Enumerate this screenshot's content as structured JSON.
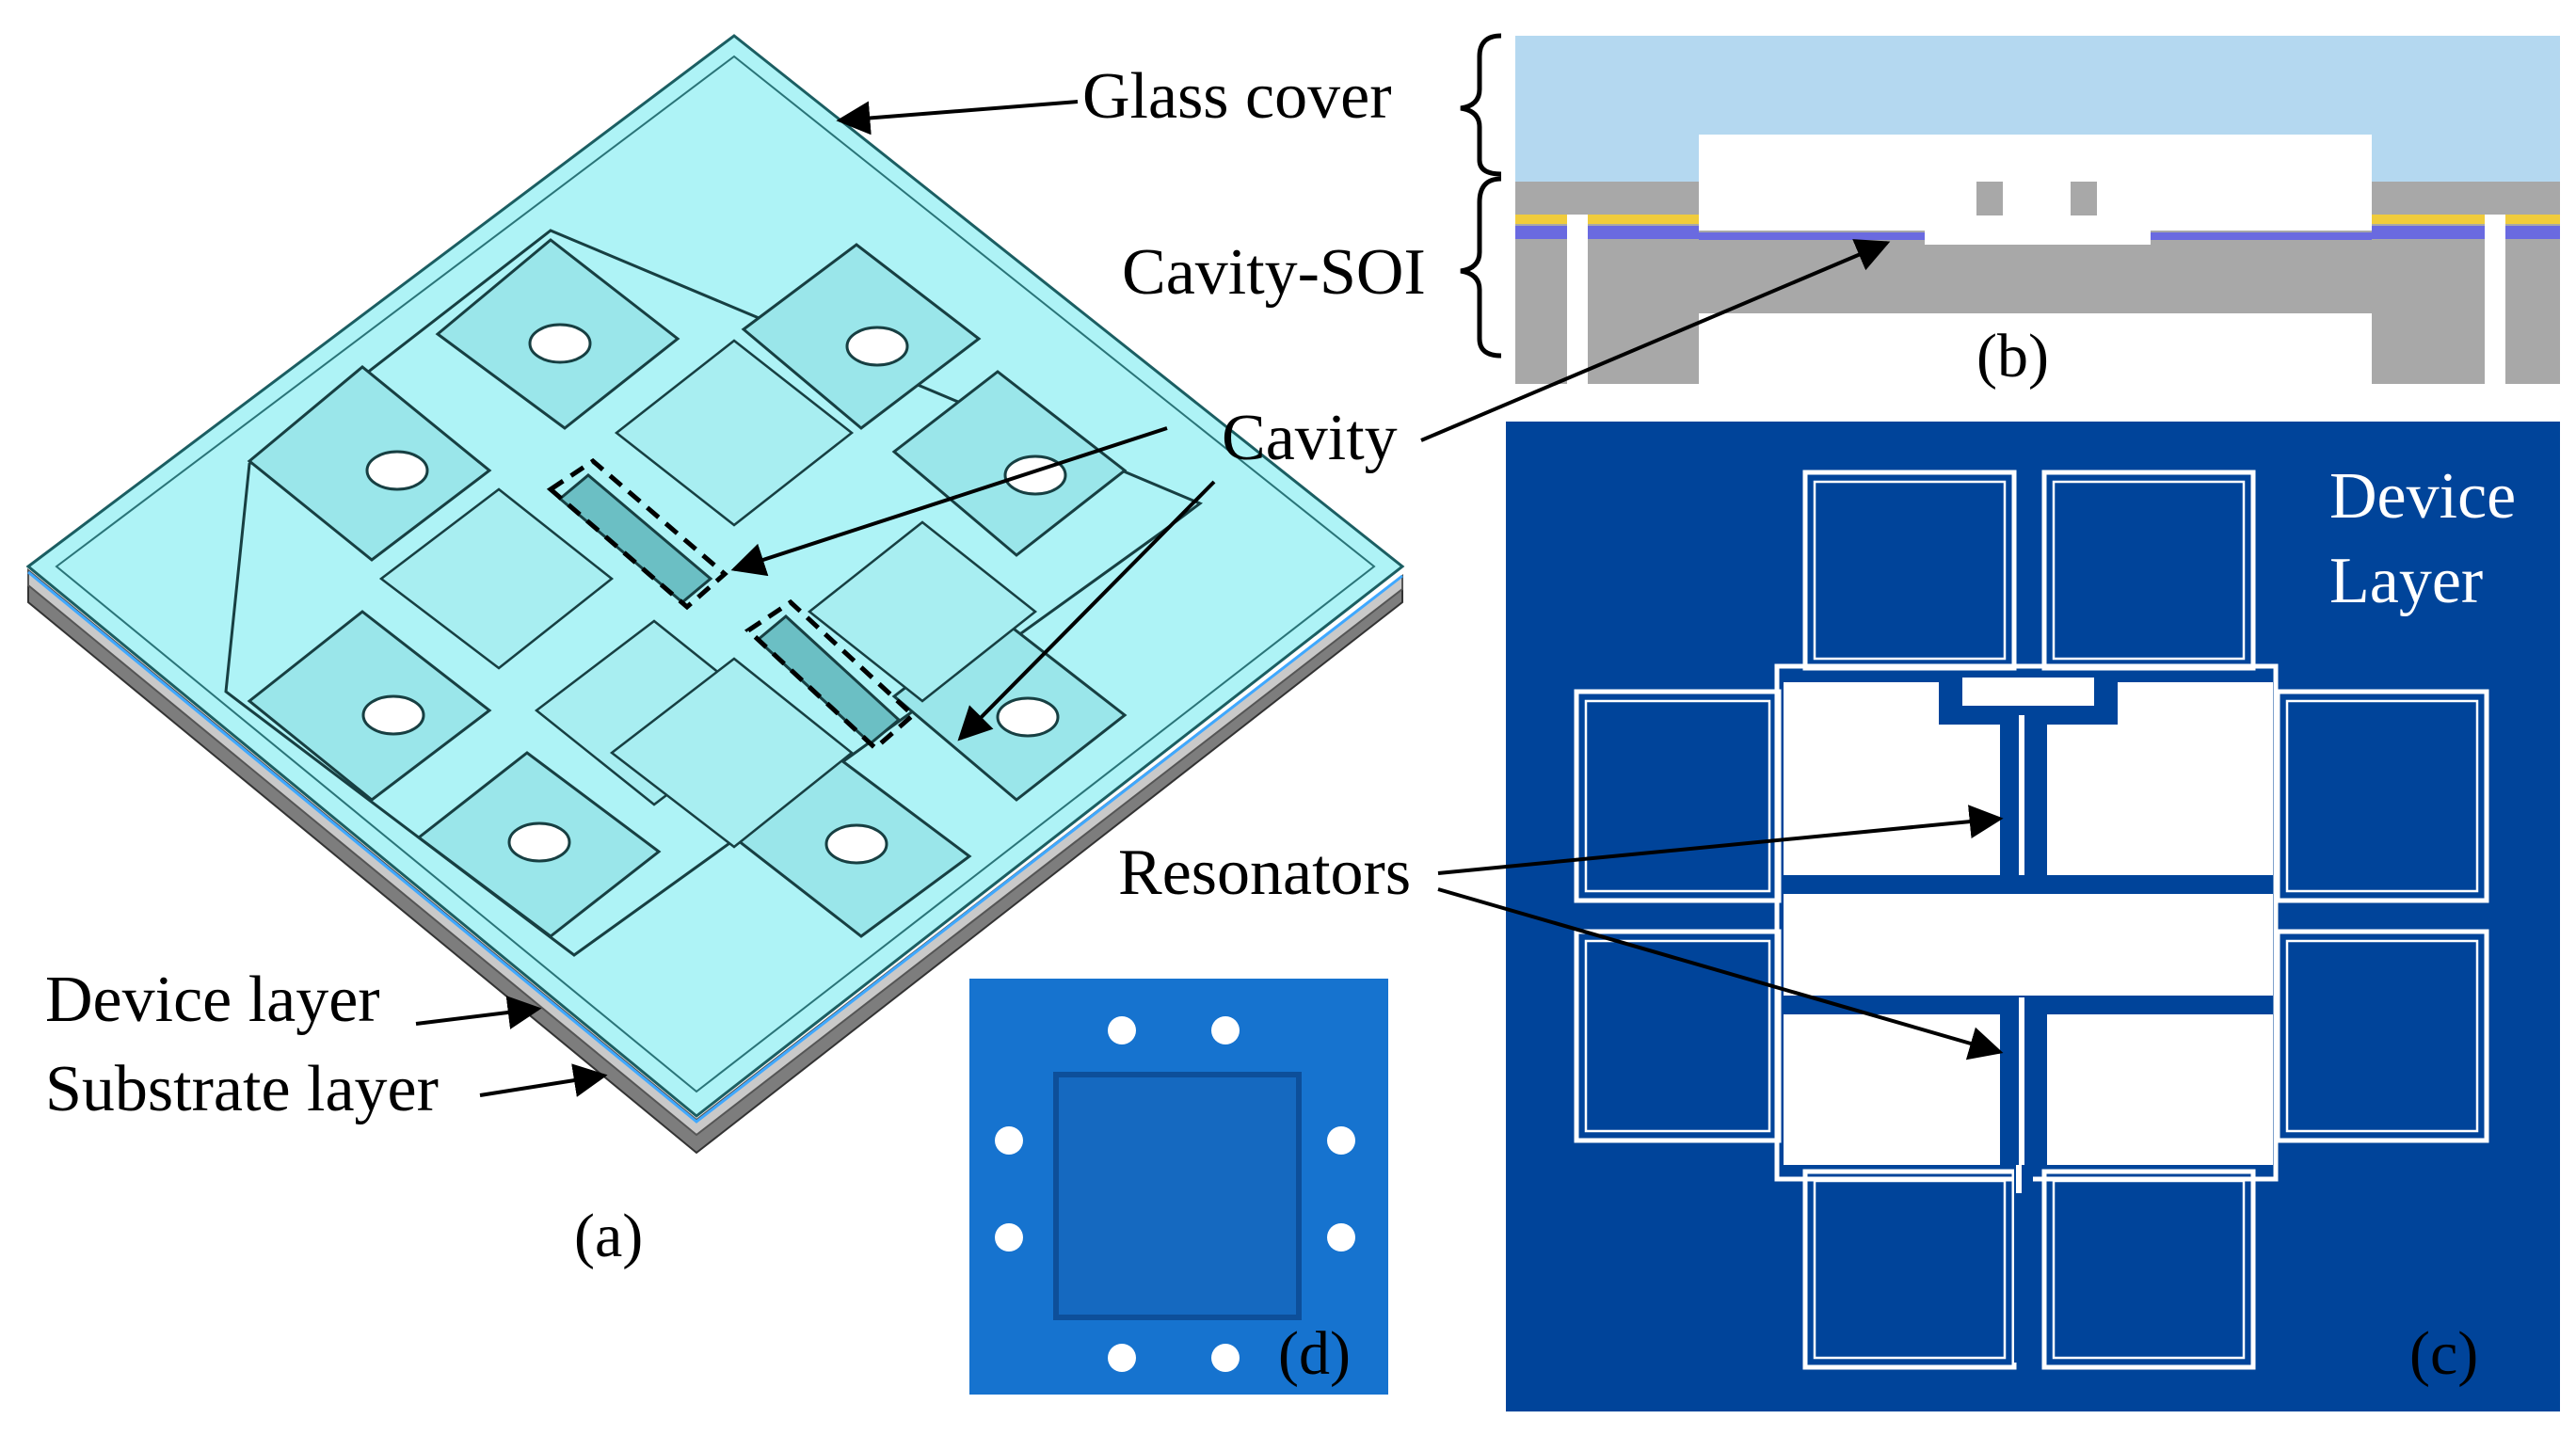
{
  "labels": {
    "glass_cover": "Glass cover",
    "cavity_soi": "Cavity-SOI",
    "cavity": "Cavity",
    "device_layer": "Device layer",
    "substrate_layer": "Substrate layer",
    "resonators": "Resonators",
    "device_layer_c_line1": "Device",
    "device_layer_c_line2": "Layer"
  },
  "panels": {
    "a": "(a)",
    "b": "(b)",
    "c": "(c)",
    "d": "(d)"
  },
  "colors": {
    "glass": "#aef3f6",
    "glass_edge": "#1b5e62",
    "device_layer_blue": "#00449a",
    "package_blue": "#1673cf",
    "cross_section_glass": "#b4d8f0",
    "silicon_gray": "#a8a8a8",
    "oxide_yellow": "#f0cc3c",
    "device_violet": "#6a6ae0"
  }
}
